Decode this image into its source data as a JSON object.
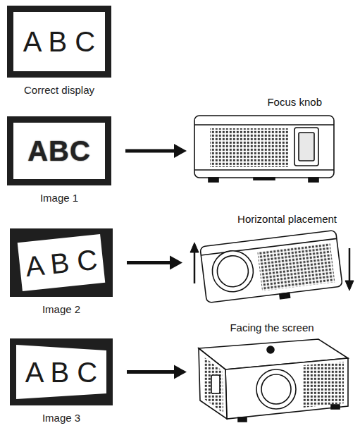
{
  "diagram": {
    "nodes": [
      {
        "text": [
          "A B C",
          "Correct display"
        ]
      },
      {
        "text": [
          "ABC",
          "Image 1"
        ]
      },
      {
        "text": [
          "Focus knob"
        ]
      },
      {
        "text": [
          "A B C",
          "Image 2"
        ]
      },
      {
        "text": [
          "Horizontal placement"
        ]
      },
      {
        "text": [
          "A B C",
          "Image 3"
        ]
      },
      {
        "text": [
          "Facing the screen"
        ]
      }
    ],
    "edges": [
      {
        "from": 1,
        "to": 2,
        "arrow": "to"
      },
      {
        "from": 3,
        "to": 4,
        "arrow": "to"
      },
      {
        "from": 5,
        "to": 6,
        "arrow": "to"
      }
    ]
  }
}
